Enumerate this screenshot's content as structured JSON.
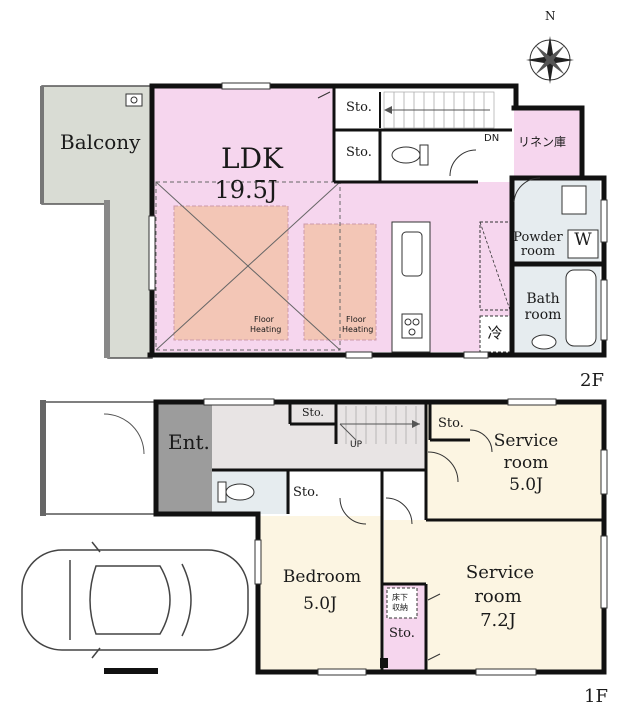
{
  "compass": {
    "north": "N"
  },
  "floor2": {
    "label": "2F",
    "balcony": "Balcony",
    "ldk_title": "LDK",
    "ldk_size": "19.5J",
    "storage_a": "Sto.",
    "storage_b": "Sto.",
    "stairs_dn": "DN",
    "linen": "リネン庫",
    "powder_line1": "Powder",
    "powder_line2": "room",
    "washer": "W",
    "bath_line1": "Bath",
    "bath_line2": "room",
    "fridge": "冷",
    "floor_heating_1a": "Floor",
    "floor_heating_1b": "Heating",
    "floor_heating_2a": "Floor",
    "floor_heating_2b": "Heating"
  },
  "floor1": {
    "label": "1F",
    "entrance": "Ent.",
    "sto_hall": "Sto.",
    "stairs_up": "UP",
    "sto_service": "Sto.",
    "service_room_a_line1": "Service",
    "service_room_a_line2": "room",
    "service_room_a_size": "5.0J",
    "sto_wc": "Sto.",
    "bedroom_line1": "Bedroom",
    "bedroom_size": "5.0J",
    "underfloor_line1": "床下",
    "underfloor_line2": "収納",
    "sto_closet": "Sto.",
    "service_room_b_line1": "Service",
    "service_room_b_line2": "room",
    "service_room_b_size": "7.2J"
  },
  "colors": {
    "ldk": "#f6d6ee",
    "balcony": "#d9dcd4",
    "floor_heating": "#f3c6b6",
    "service_room": "#fcf5e2",
    "hall": "#e8e4e4",
    "entrance": "#9c9c9c",
    "wet_room": "#e6ecef",
    "wall": "#111111"
  }
}
